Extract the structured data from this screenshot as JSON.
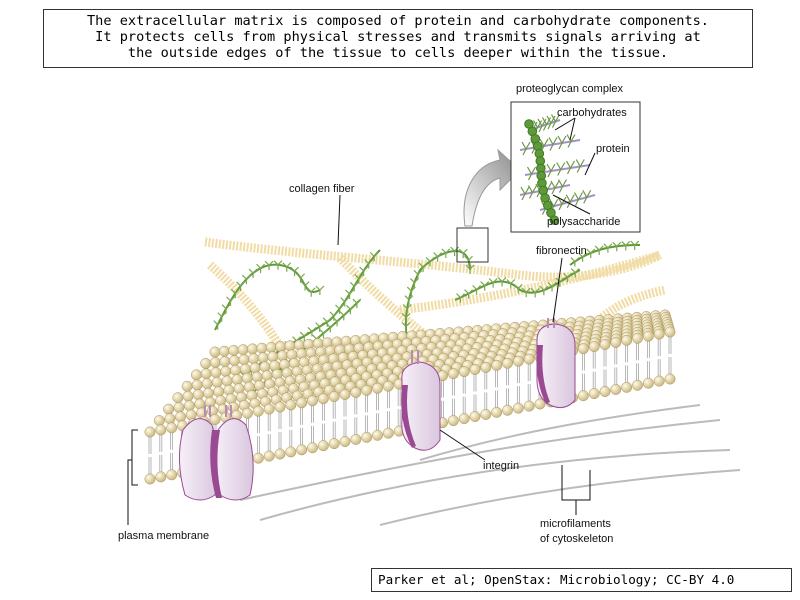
{
  "caption": {
    "lines": [
      "The extracellular matrix is composed of protein and carbohydrate components.",
      "It protects cells from physical stresses and transmits signals arriving at",
      "the outside edges of the tissue to cells deeper within the tissue."
    ]
  },
  "labels": {
    "proteoglycan_complex": "proteoglycan complex",
    "carbohydrates": "carbohydrates",
    "protein": "protein",
    "polysaccharide": "polysaccharide",
    "collagen_fiber": "collagen fiber",
    "fibronectin": "fibronectin",
    "integrin": "integrin",
    "plasma_membrane": "plasma membrane",
    "microfilaments_line1": "microfilaments",
    "microfilaments_line2": "of cytoskeleton"
  },
  "credit": "Parker et al; OpenStax: Microbiology; CC-BY 4.0",
  "colors": {
    "lipid_head": "#e8d9a8",
    "collagen": "#f3dfa8",
    "proteoglycan": "#5e9a3a",
    "carbohydrate": "#a98fc9",
    "protein_light": "#efe4f2",
    "protein_dark": "#9a4a92"
  }
}
